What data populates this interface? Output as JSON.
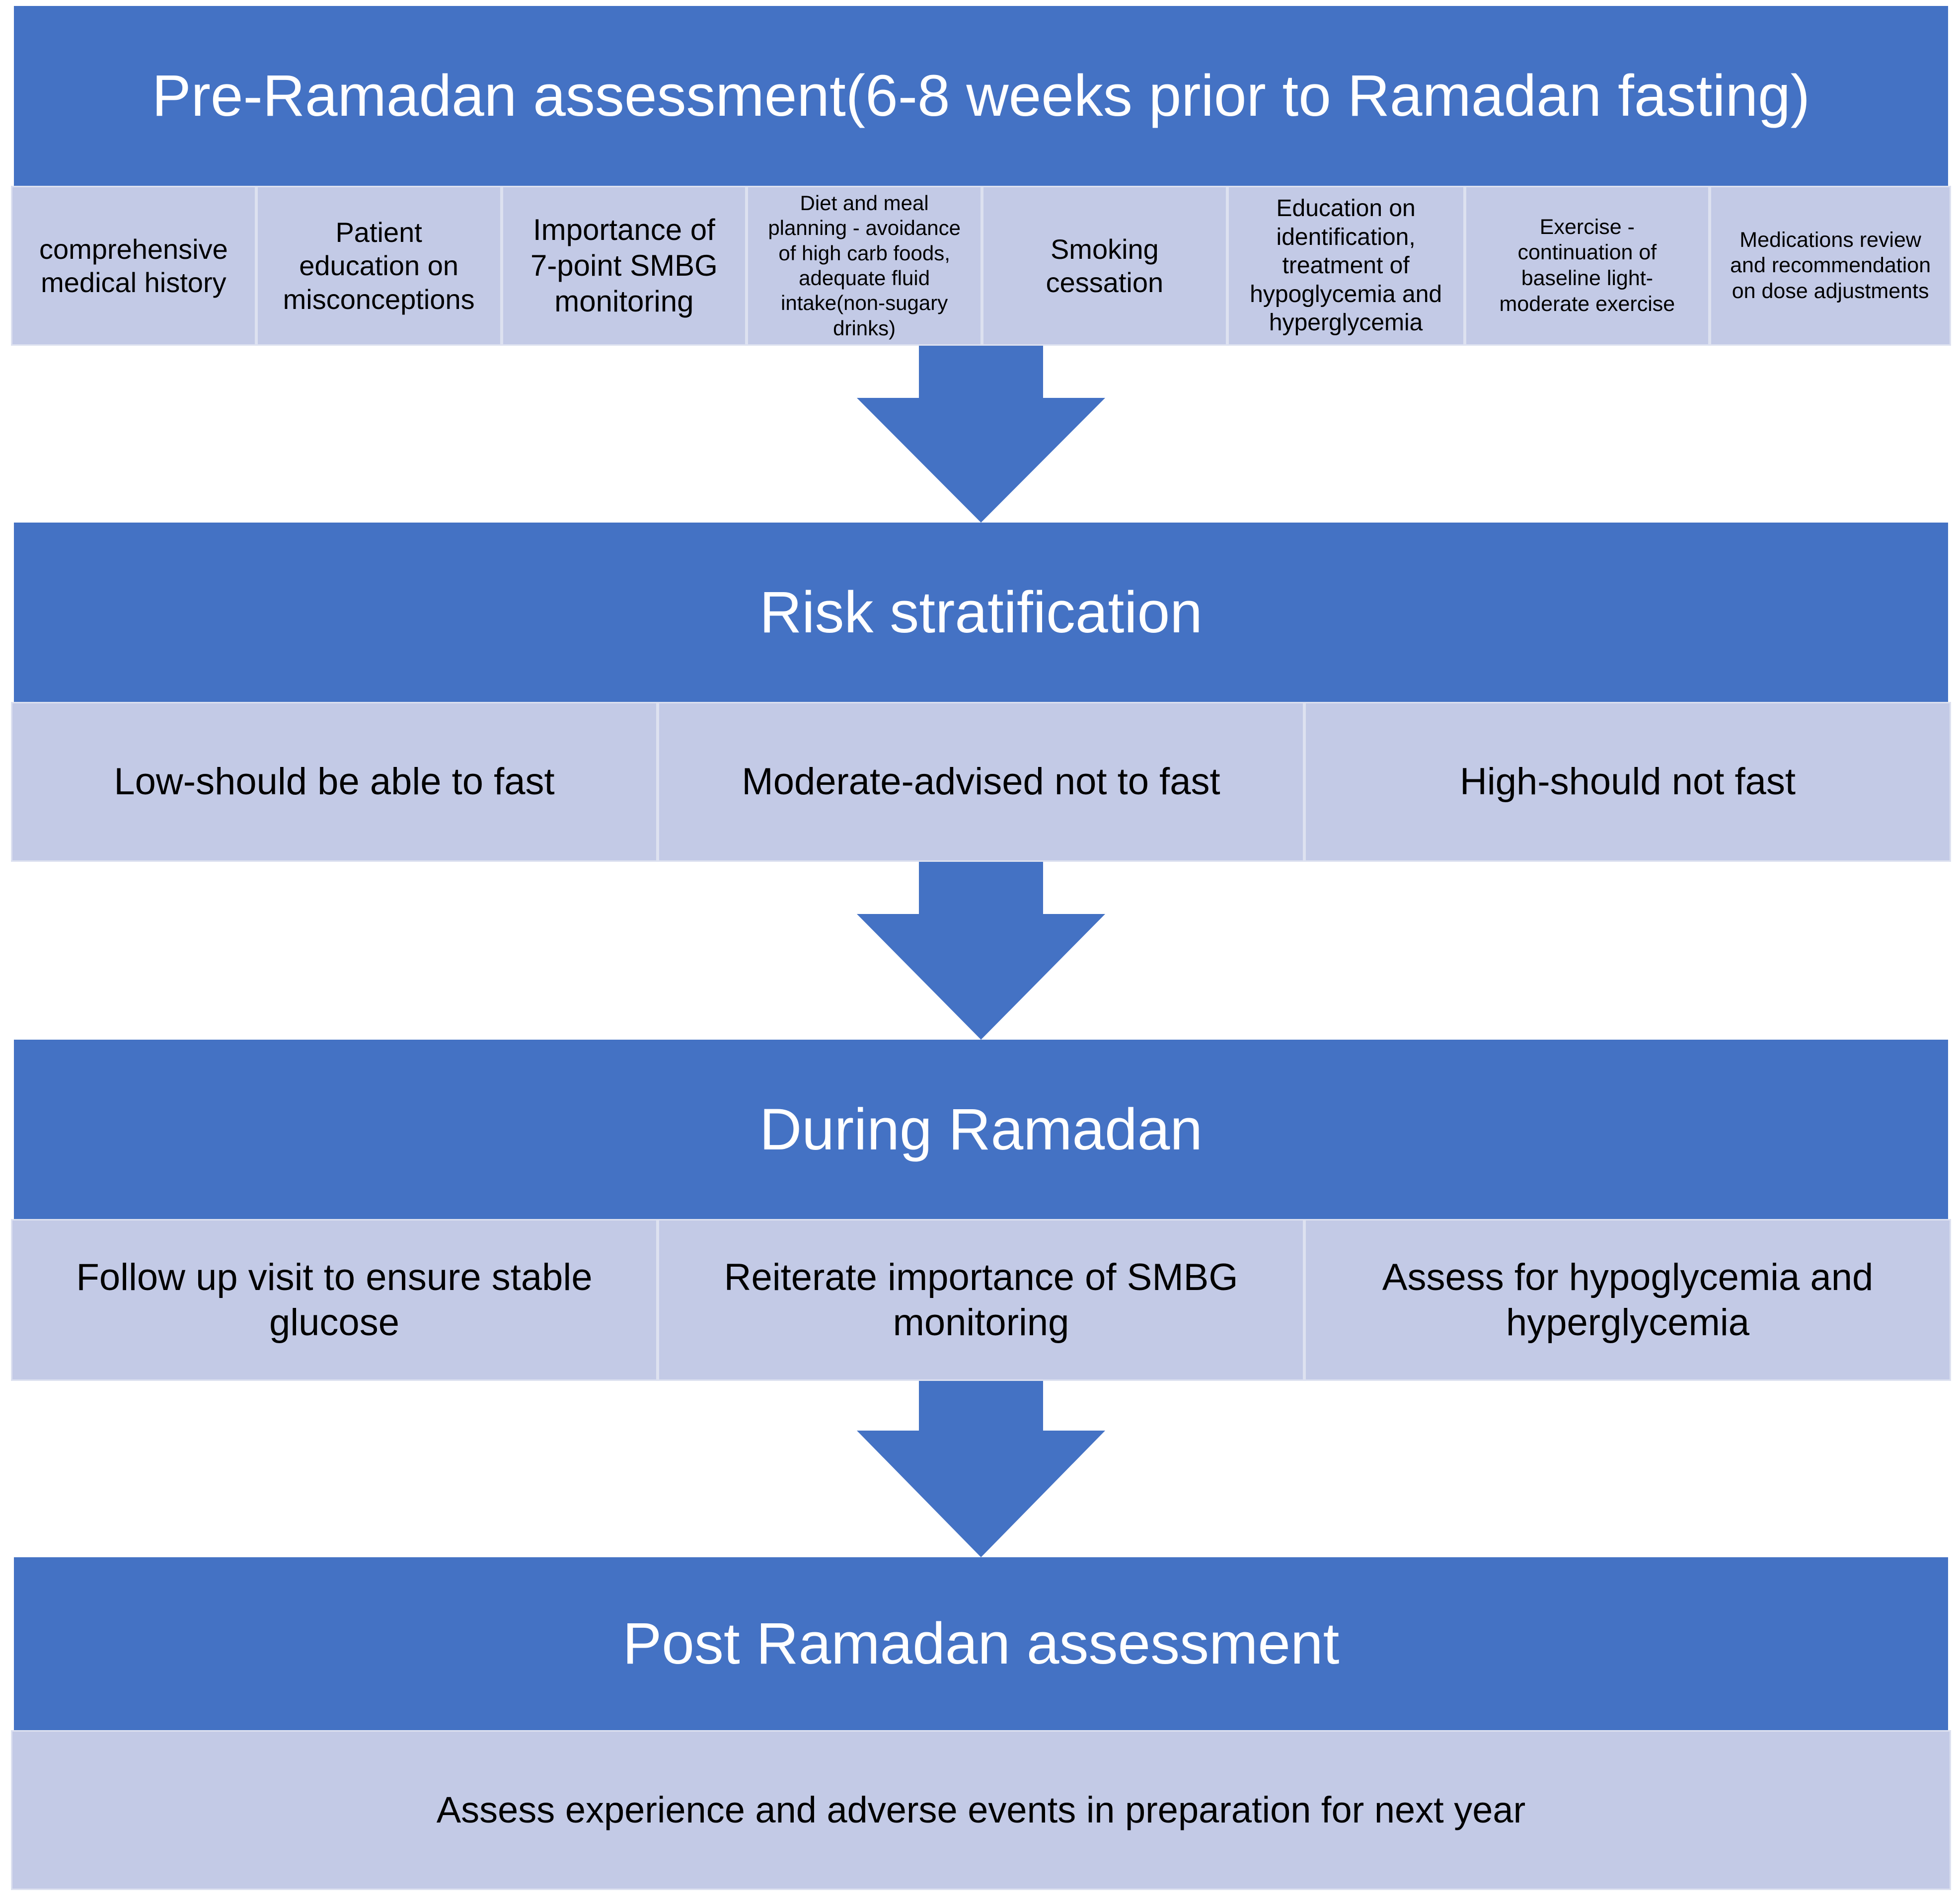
{
  "colors": {
    "header_bg": "#4472c4",
    "cell_bg": "#c3cae6",
    "arrow": "#4472c4"
  },
  "stage1": {
    "title": "Pre-Ramadan assessment(6-8 weeks prior to Ramadan fasting)",
    "items": [
      "comprehensive medical history",
      "Patient education on misconceptions",
      "Importance of 7-point SMBG monitoring",
      "Diet and meal planning - avoidance of high carb foods, adequate fluid intake(non-sugary drinks)",
      "Smoking cessation",
      "Education on identification, treatment of hypoglycemia and hyperglycemia",
      "Exercise - continuation of baseline light-moderate exercise",
      "Medications review and recommendation on dose adjustments"
    ]
  },
  "stage2": {
    "title": "Risk stratification",
    "items": [
      "Low-should be able to fast",
      "Moderate-advised not to fast",
      "High-should not fast"
    ]
  },
  "stage3": {
    "title": "During Ramadan",
    "items": [
      "Follow up visit to ensure stable glucose",
      "Reiterate importance of SMBG monitoring",
      "Assess for hypoglycemia and hyperglycemia"
    ]
  },
  "stage4": {
    "title": "Post Ramadan assessment",
    "items": [
      "Assess experience and adverse events in preparation for next year"
    ]
  }
}
